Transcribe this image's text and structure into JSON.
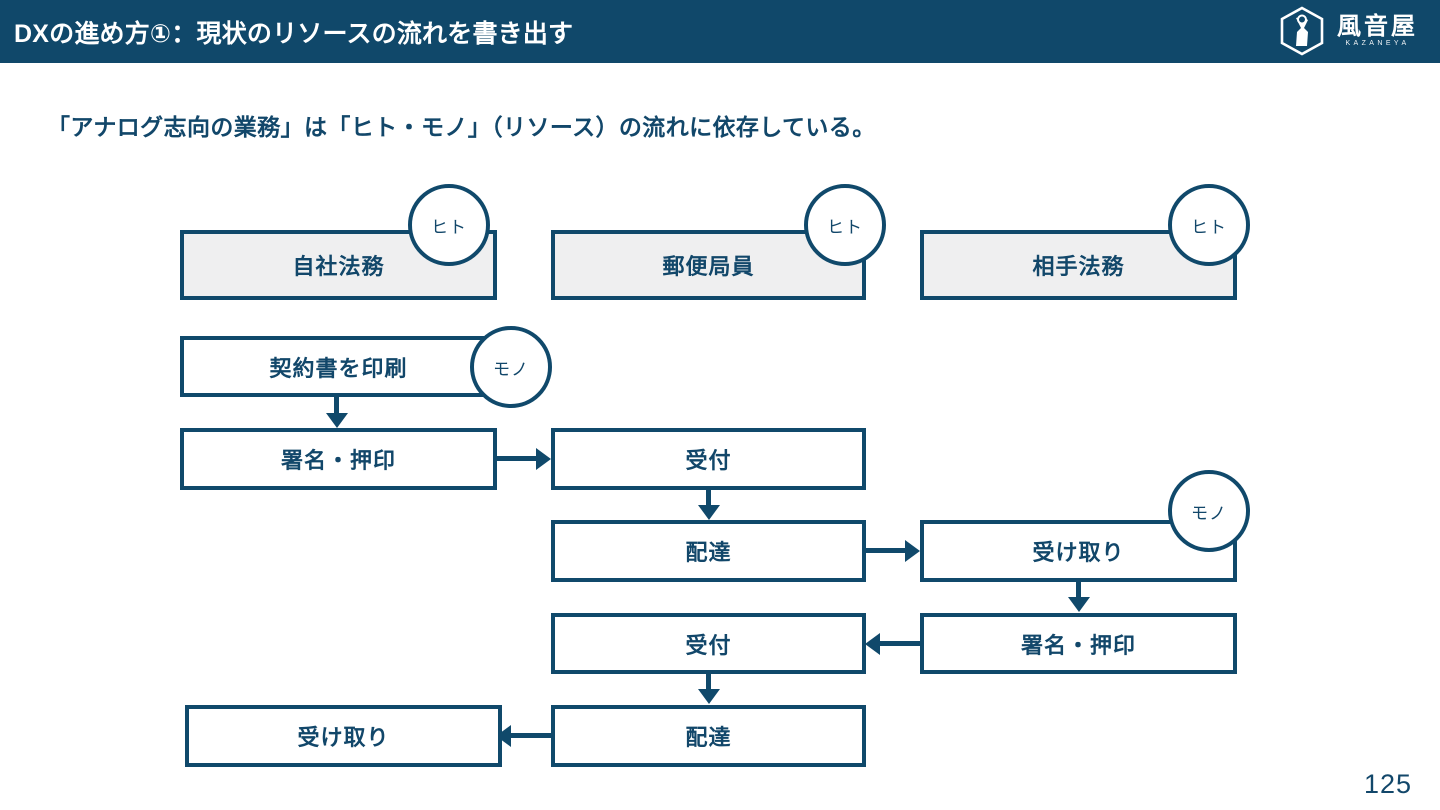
{
  "header": {
    "title": "DXの進め方①：現状のリソースの流れを書き出す",
    "bg_color": "#10486a",
    "logo": {
      "name_jp": "風音屋",
      "name_roman": "KAZANEYA",
      "icon": "kazaneya-hex-logo"
    }
  },
  "subtitle": "「アナログ志向の業務」は「ヒト・モノ」（リソース）の流れに依存している。",
  "colors": {
    "navy": "#10486a",
    "border": "#10496b",
    "text": "#12476a",
    "shaded_fill": "#efeff0",
    "plain_fill": "#ffffff"
  },
  "diagram": {
    "type": "flowchart",
    "columns": [
      {
        "id": "own",
        "label": "自社法務"
      },
      {
        "id": "post",
        "label": "郵便局員"
      },
      {
        "id": "other",
        "label": "相手法務"
      }
    ],
    "nodes": [
      {
        "id": "n1",
        "label": "自社法務",
        "column": "own",
        "row": 0,
        "shaded": true
      },
      {
        "id": "n2",
        "label": "郵便局員",
        "column": "post",
        "row": 0,
        "shaded": true
      },
      {
        "id": "n3",
        "label": "相手法務",
        "column": "other",
        "row": 0,
        "shaded": true
      },
      {
        "id": "n4",
        "label": "契約書を印刷",
        "column": "own",
        "row": 1,
        "shaded": false
      },
      {
        "id": "n5",
        "label": "署名・押印",
        "column": "own",
        "row": 2,
        "shaded": false
      },
      {
        "id": "n6",
        "label": "受付",
        "column": "post",
        "row": 2,
        "shaded": false
      },
      {
        "id": "n7",
        "label": "配達",
        "column": "post",
        "row": 3,
        "shaded": false
      },
      {
        "id": "n8",
        "label": "受け取り",
        "column": "other",
        "row": 3,
        "shaded": false
      },
      {
        "id": "n9",
        "label": "署名・押印",
        "column": "other",
        "row": 4,
        "shaded": false
      },
      {
        "id": "n10",
        "label": "受付",
        "column": "post",
        "row": 4,
        "shaded": false
      },
      {
        "id": "n11",
        "label": "配達",
        "column": "post",
        "row": 5,
        "shaded": false
      },
      {
        "id": "n12",
        "label": "受け取り",
        "column": "own",
        "row": 5,
        "shaded": false
      }
    ],
    "tags": [
      {
        "id": "t1",
        "label": "ヒト",
        "attached_to": "n1"
      },
      {
        "id": "t2",
        "label": "ヒト",
        "attached_to": "n2"
      },
      {
        "id": "t3",
        "label": "ヒト",
        "attached_to": "n3"
      },
      {
        "id": "t4",
        "label": "モノ",
        "attached_to": "n4"
      },
      {
        "id": "t5",
        "label": "モノ",
        "attached_to": "n8"
      }
    ],
    "edges": [
      {
        "from": "n4",
        "to": "n5",
        "direction": "down"
      },
      {
        "from": "n5",
        "to": "n6",
        "direction": "right"
      },
      {
        "from": "n6",
        "to": "n7",
        "direction": "down"
      },
      {
        "from": "n7",
        "to": "n8",
        "direction": "right"
      },
      {
        "from": "n8",
        "to": "n9",
        "direction": "down"
      },
      {
        "from": "n9",
        "to": "n10",
        "direction": "left"
      },
      {
        "from": "n10",
        "to": "n11",
        "direction": "down"
      },
      {
        "from": "n11",
        "to": "n12",
        "direction": "left"
      }
    ]
  },
  "page_number": "125"
}
